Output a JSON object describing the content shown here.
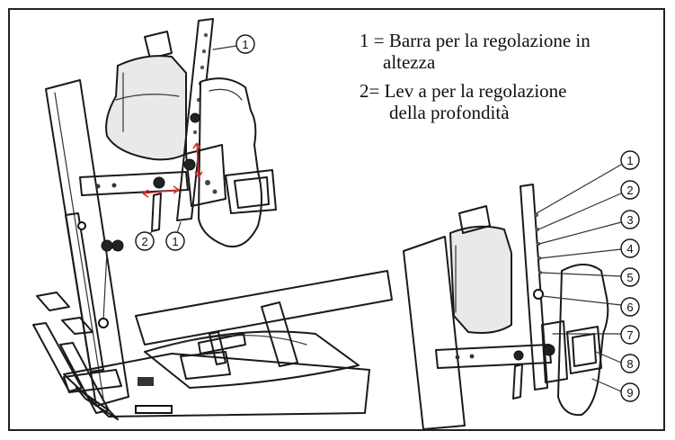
{
  "legend": {
    "line1": "1 = Barra per la regolazione in",
    "line2": "altezza",
    "line3": "2= Lev a per la regolazione",
    "line4": "della profondità"
  },
  "left_callouts": [
    "2",
    "1",
    "1"
  ],
  "right_callouts": [
    "1",
    "2",
    "3",
    "4",
    "5",
    "6",
    "7",
    "8",
    "9"
  ],
  "colors": {
    "adjust_arrows": "#d0312d",
    "line": "#1a1a1a"
  }
}
